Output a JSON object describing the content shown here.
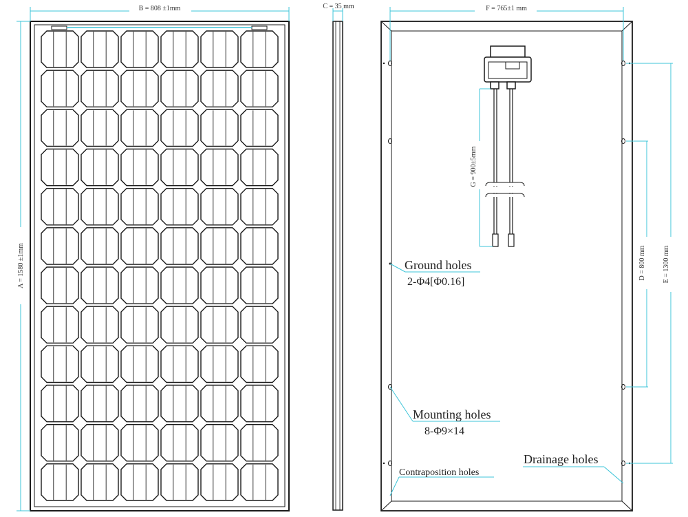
{
  "dimensions": {
    "width_B": "B = 808 ±1mm",
    "thickness_C": "C = 35 mm",
    "back_width_F": "F = 765±1 mm",
    "height_A": "A = 1580 ±1mm",
    "cable_G": "G = 900±5mm",
    "hole_spacing_D": "D = 800 mm",
    "hole_spacing_E": "E = 1300 mm"
  },
  "labels": {
    "ground_holes": "Ground holes",
    "ground_holes_spec": "2-Φ4[Φ0.16]",
    "mounting_holes": "Mounting holes",
    "mounting_holes_spec": "8-Φ9×14",
    "drainage_holes": "Drainage holes",
    "contraposition_holes": "Contraposition holes"
  },
  "colors": {
    "dimension_line": "#3cc4d8",
    "drawing_line": "#1a1a1a"
  },
  "panel": {
    "cell_columns": 6,
    "cell_rows": 12
  }
}
